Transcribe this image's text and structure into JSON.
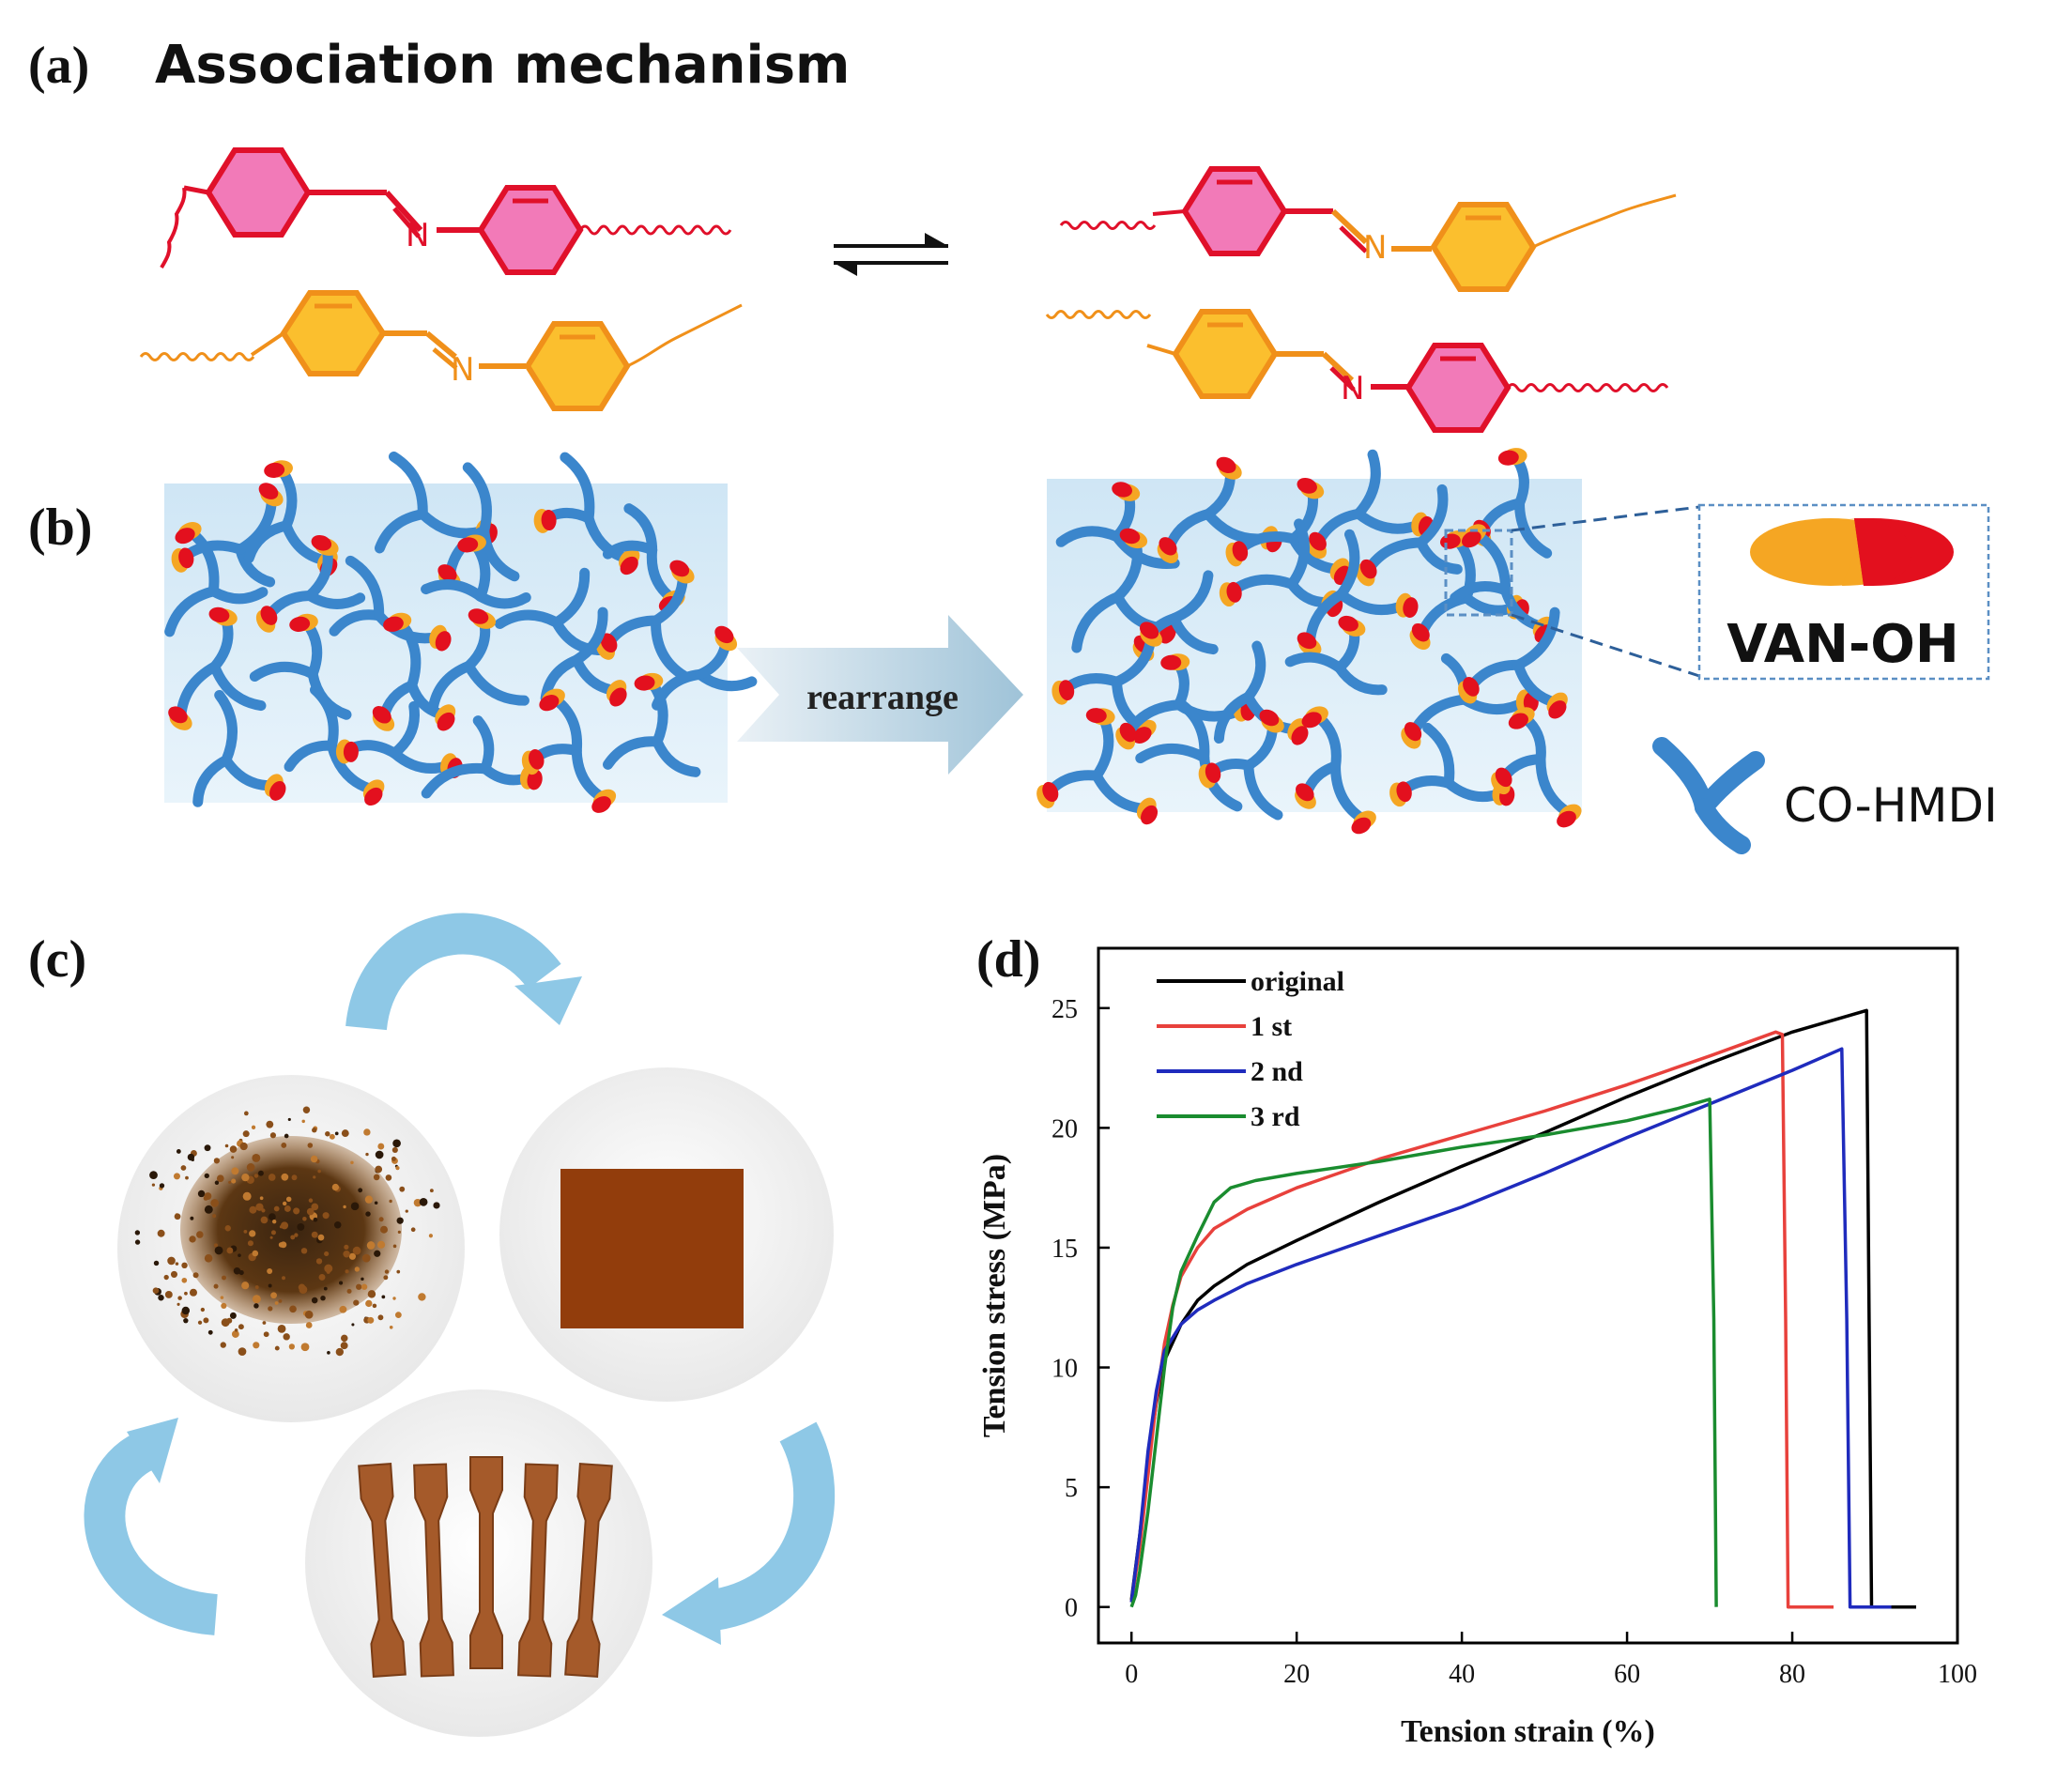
{
  "panels": {
    "a": {
      "label": "(a)",
      "title": "Association mechanism",
      "atom": "N"
    },
    "b": {
      "label": "(b)",
      "arrow_text": "rearrange",
      "legend_van": "VAN-OH",
      "legend_co": "CO-HMDI"
    },
    "c": {
      "label": "(c)"
    },
    "d": {
      "label": "(d)"
    }
  },
  "colors": {
    "red_chain": "#e0102a",
    "pink_ring": "#f27ab8",
    "orange_chain": "#f0901a",
    "yellow_ring": "#fbbf2e",
    "network_blue": "#3b86cc",
    "arrow_blue": "#8ec8e6",
    "link_red": "#e3101e",
    "link_orange": "#f5a623"
  },
  "icons": {
    "equilibrium": "equilibrium-arrows-icon",
    "rearrange": "block-arrow-icon",
    "cycle": "curved-cycle-arrow-icon"
  },
  "chart_data": {
    "type": "line",
    "xlabel": "Tension strain (%)",
    "ylabel": "Tension stress (MPa)",
    "xlim": [
      -4,
      100
    ],
    "ylim": [
      -1.5,
      27.5
    ],
    "xticks": [
      0,
      20,
      40,
      60,
      80,
      100
    ],
    "yticks": [
      0,
      5,
      10,
      15,
      20,
      25
    ],
    "grid": false,
    "legend": "top-left",
    "series": [
      {
        "name": "original",
        "color": "#000000",
        "points": [
          [
            0,
            0.3
          ],
          [
            1,
            3
          ],
          [
            2,
            6
          ],
          [
            3,
            8.5
          ],
          [
            4,
            10.3
          ],
          [
            6,
            11.8
          ],
          [
            8,
            12.8
          ],
          [
            10,
            13.4
          ],
          [
            14,
            14.3
          ],
          [
            20,
            15.3
          ],
          [
            30,
            16.9
          ],
          [
            40,
            18.4
          ],
          [
            50,
            19.8
          ],
          [
            60,
            21.3
          ],
          [
            70,
            22.7
          ],
          [
            80,
            24.0
          ],
          [
            87,
            24.7
          ],
          [
            89,
            24.9
          ],
          [
            89.3,
            12
          ],
          [
            89.6,
            0
          ],
          [
            92,
            0
          ],
          [
            95,
            0
          ]
        ]
      },
      {
        "name": "1 st",
        "color": "#e8413c",
        "points": [
          [
            0,
            0.2
          ],
          [
            1,
            2.5
          ],
          [
            2,
            5.5
          ],
          [
            3,
            8.6
          ],
          [
            4,
            11
          ],
          [
            5,
            12.6
          ],
          [
            6,
            13.8
          ],
          [
            8,
            15
          ],
          [
            10,
            15.8
          ],
          [
            14,
            16.6
          ],
          [
            20,
            17.5
          ],
          [
            30,
            18.7
          ],
          [
            40,
            19.7
          ],
          [
            50,
            20.7
          ],
          [
            60,
            21.8
          ],
          [
            70,
            23.0
          ],
          [
            78,
            24.0
          ],
          [
            78.8,
            23.9
          ],
          [
            79.2,
            12
          ],
          [
            79.5,
            0
          ],
          [
            82,
            0
          ],
          [
            85,
            0
          ]
        ]
      },
      {
        "name": "2 nd",
        "color": "#1f2bbd",
        "points": [
          [
            0,
            0.2
          ],
          [
            1,
            3
          ],
          [
            2,
            6.5
          ],
          [
            3,
            9
          ],
          [
            4,
            10.7
          ],
          [
            6,
            11.8
          ],
          [
            8,
            12.4
          ],
          [
            10,
            12.8
          ],
          [
            14,
            13.5
          ],
          [
            20,
            14.3
          ],
          [
            30,
            15.5
          ],
          [
            40,
            16.7
          ],
          [
            50,
            18.1
          ],
          [
            60,
            19.6
          ],
          [
            70,
            21.0
          ],
          [
            80,
            22.4
          ],
          [
            86,
            23.3
          ],
          [
            86.6,
            12
          ],
          [
            87,
            0
          ],
          [
            90,
            0
          ],
          [
            92,
            0
          ]
        ]
      },
      {
        "name": "3 rd",
        "color": "#1a8c2f",
        "points": [
          [
            0,
            0
          ],
          [
            0.5,
            0.5
          ],
          [
            1,
            1.5
          ],
          [
            2,
            4
          ],
          [
            3,
            7
          ],
          [
            4,
            10
          ],
          [
            5,
            12.5
          ],
          [
            6,
            14
          ],
          [
            8,
            15.5
          ],
          [
            10,
            16.9
          ],
          [
            12,
            17.5
          ],
          [
            15,
            17.8
          ],
          [
            20,
            18.1
          ],
          [
            30,
            18.6
          ],
          [
            40,
            19.2
          ],
          [
            50,
            19.7
          ],
          [
            60,
            20.3
          ],
          [
            66,
            20.8
          ],
          [
            70,
            21.2
          ],
          [
            70.5,
            12
          ],
          [
            70.8,
            0
          ]
        ]
      }
    ]
  }
}
